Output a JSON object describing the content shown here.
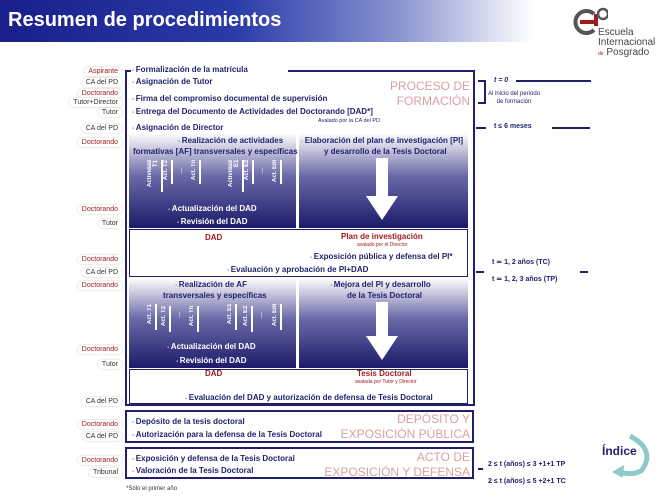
{
  "header": {
    "title": "Resumen de procedimientos"
  },
  "logo": {
    "line1": "Escuela",
    "line2": "Internacional",
    "line3_small": "de",
    "line3": "Posgrado"
  },
  "roles": [
    "Aspirante",
    "CA del PD",
    "Doctorando",
    "Tutor+Director",
    "Tutor",
    "CA del PD",
    "Doctorando",
    "Doctorando",
    "Tutor",
    "Doctorando",
    "CA del PD",
    "Doctorando",
    "Doctorando",
    "Tutor",
    "CA del PD",
    "Doctorando",
    "CA del PD",
    "Doctorando",
    "Tribunal"
  ],
  "formacion": {
    "section": [
      "PROCESO DE",
      "FORMACIÓN"
    ],
    "items": [
      "Formalización de la matrícula",
      "Asignación de Tutor",
      "Firma del compromiso documental de supervisión",
      "Entrega del Documento de Actividades del Doctorando [DAD*]",
      "Asignación de Director"
    ],
    "avalado": "Avalado por la CA del PD",
    "p1_left": [
      "Realización de actividades",
      "formativas [AF] transversales y específicas"
    ],
    "p1_acts": [
      "Actividad T1",
      "Act. T2",
      "…",
      "Act. Tn",
      "Actividad E1",
      "Act. E2",
      "…",
      "Act. Em"
    ],
    "p1_right": [
      "Elaboración del plan de investigación [PI]",
      "y desarrollo de la Tesis Doctoral"
    ],
    "actualizacion": "Actualización del DAD",
    "revision": "Revisión del DAD",
    "dad": "DAD",
    "plan": "Plan de investigación",
    "plan_sub": "avalado por el Director",
    "exposicion_pi": "Exposición pública y defensa del PI*",
    "evaluacion1": "Evaluación y aprobación de PI+DAD",
    "p2_left": [
      "Realización de AF",
      "transversales y específicas"
    ],
    "p2_acts": [
      "Act. T1",
      "Act. T2",
      "…",
      "Act. Tn",
      "Act. E1",
      "Act. E2",
      "…",
      "Act. Em"
    ],
    "p2_right": [
      "Mejora del PI y desarrollo",
      "de la Tesis Doctoral"
    ],
    "tesis": "Tesis Doctoral",
    "tesis_sub": "avalada por Tutor y Director",
    "evaluacion2": "Evaluación del DAD y autorización de defensa de Tesis Doctoral"
  },
  "deposito": {
    "section": [
      "DEPÓSITO Y",
      "EXPOSICIÓN PÚBLICA"
    ],
    "items": [
      "Depósito de la tesis doctoral",
      "Autorización para la defensa de la Tesis Doctoral"
    ]
  },
  "acto": {
    "section": [
      "ACTO DE",
      "EXPOSICIÓN Y DEFENSA"
    ],
    "items": [
      "Exposición y defensa de la Tesis Doctoral",
      "Valoración de la Tesis Doctoral"
    ]
  },
  "footnote": "*Sólo el primer año",
  "timeline": {
    "t0": "t = 0",
    "t0_note": [
      "Al inicio del periodo",
      "de formación"
    ],
    "t6": "t  ≤  6 meses",
    "tc": "t  ≃  1, 2 años (TC)",
    "tp": "t  ≃  1, 2, 3 años (TP)",
    "d1": "2 ≤ t (años) ≤  3 +1+1 TP",
    "d2": "2 ≤ t (años) ≤  5 +2+1 TC"
  },
  "nav": {
    "indice": "Índice"
  },
  "colors": {
    "navy": "#1f1f6b",
    "red": "#a01c1c",
    "section": "#d9a0a0",
    "arrow": "#8fc9c9"
  }
}
